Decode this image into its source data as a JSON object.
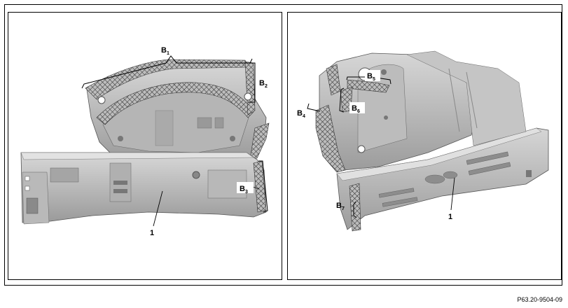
{
  "left_panel": {
    "callouts": [
      {
        "letter": "B",
        "sub": "1"
      },
      {
        "letter": "B",
        "sub": "2"
      },
      {
        "letter": "B",
        "sub": "3"
      }
    ],
    "part_number": "1"
  },
  "right_panel": {
    "callouts": [
      {
        "letter": "B",
        "sub": "4"
      },
      {
        "letter": "B",
        "sub": "5"
      },
      {
        "letter": "B",
        "sub": "6"
      },
      {
        "letter": "B",
        "sub": "7"
      }
    ],
    "part_number": "1"
  },
  "figure_reference": "P63.20-9504-09",
  "colors": {
    "part_light": "#cfcfcf",
    "part_mid": "#a9a9a9",
    "part_dark": "#7d7d7d",
    "hatch": "#3a3a3a"
  }
}
